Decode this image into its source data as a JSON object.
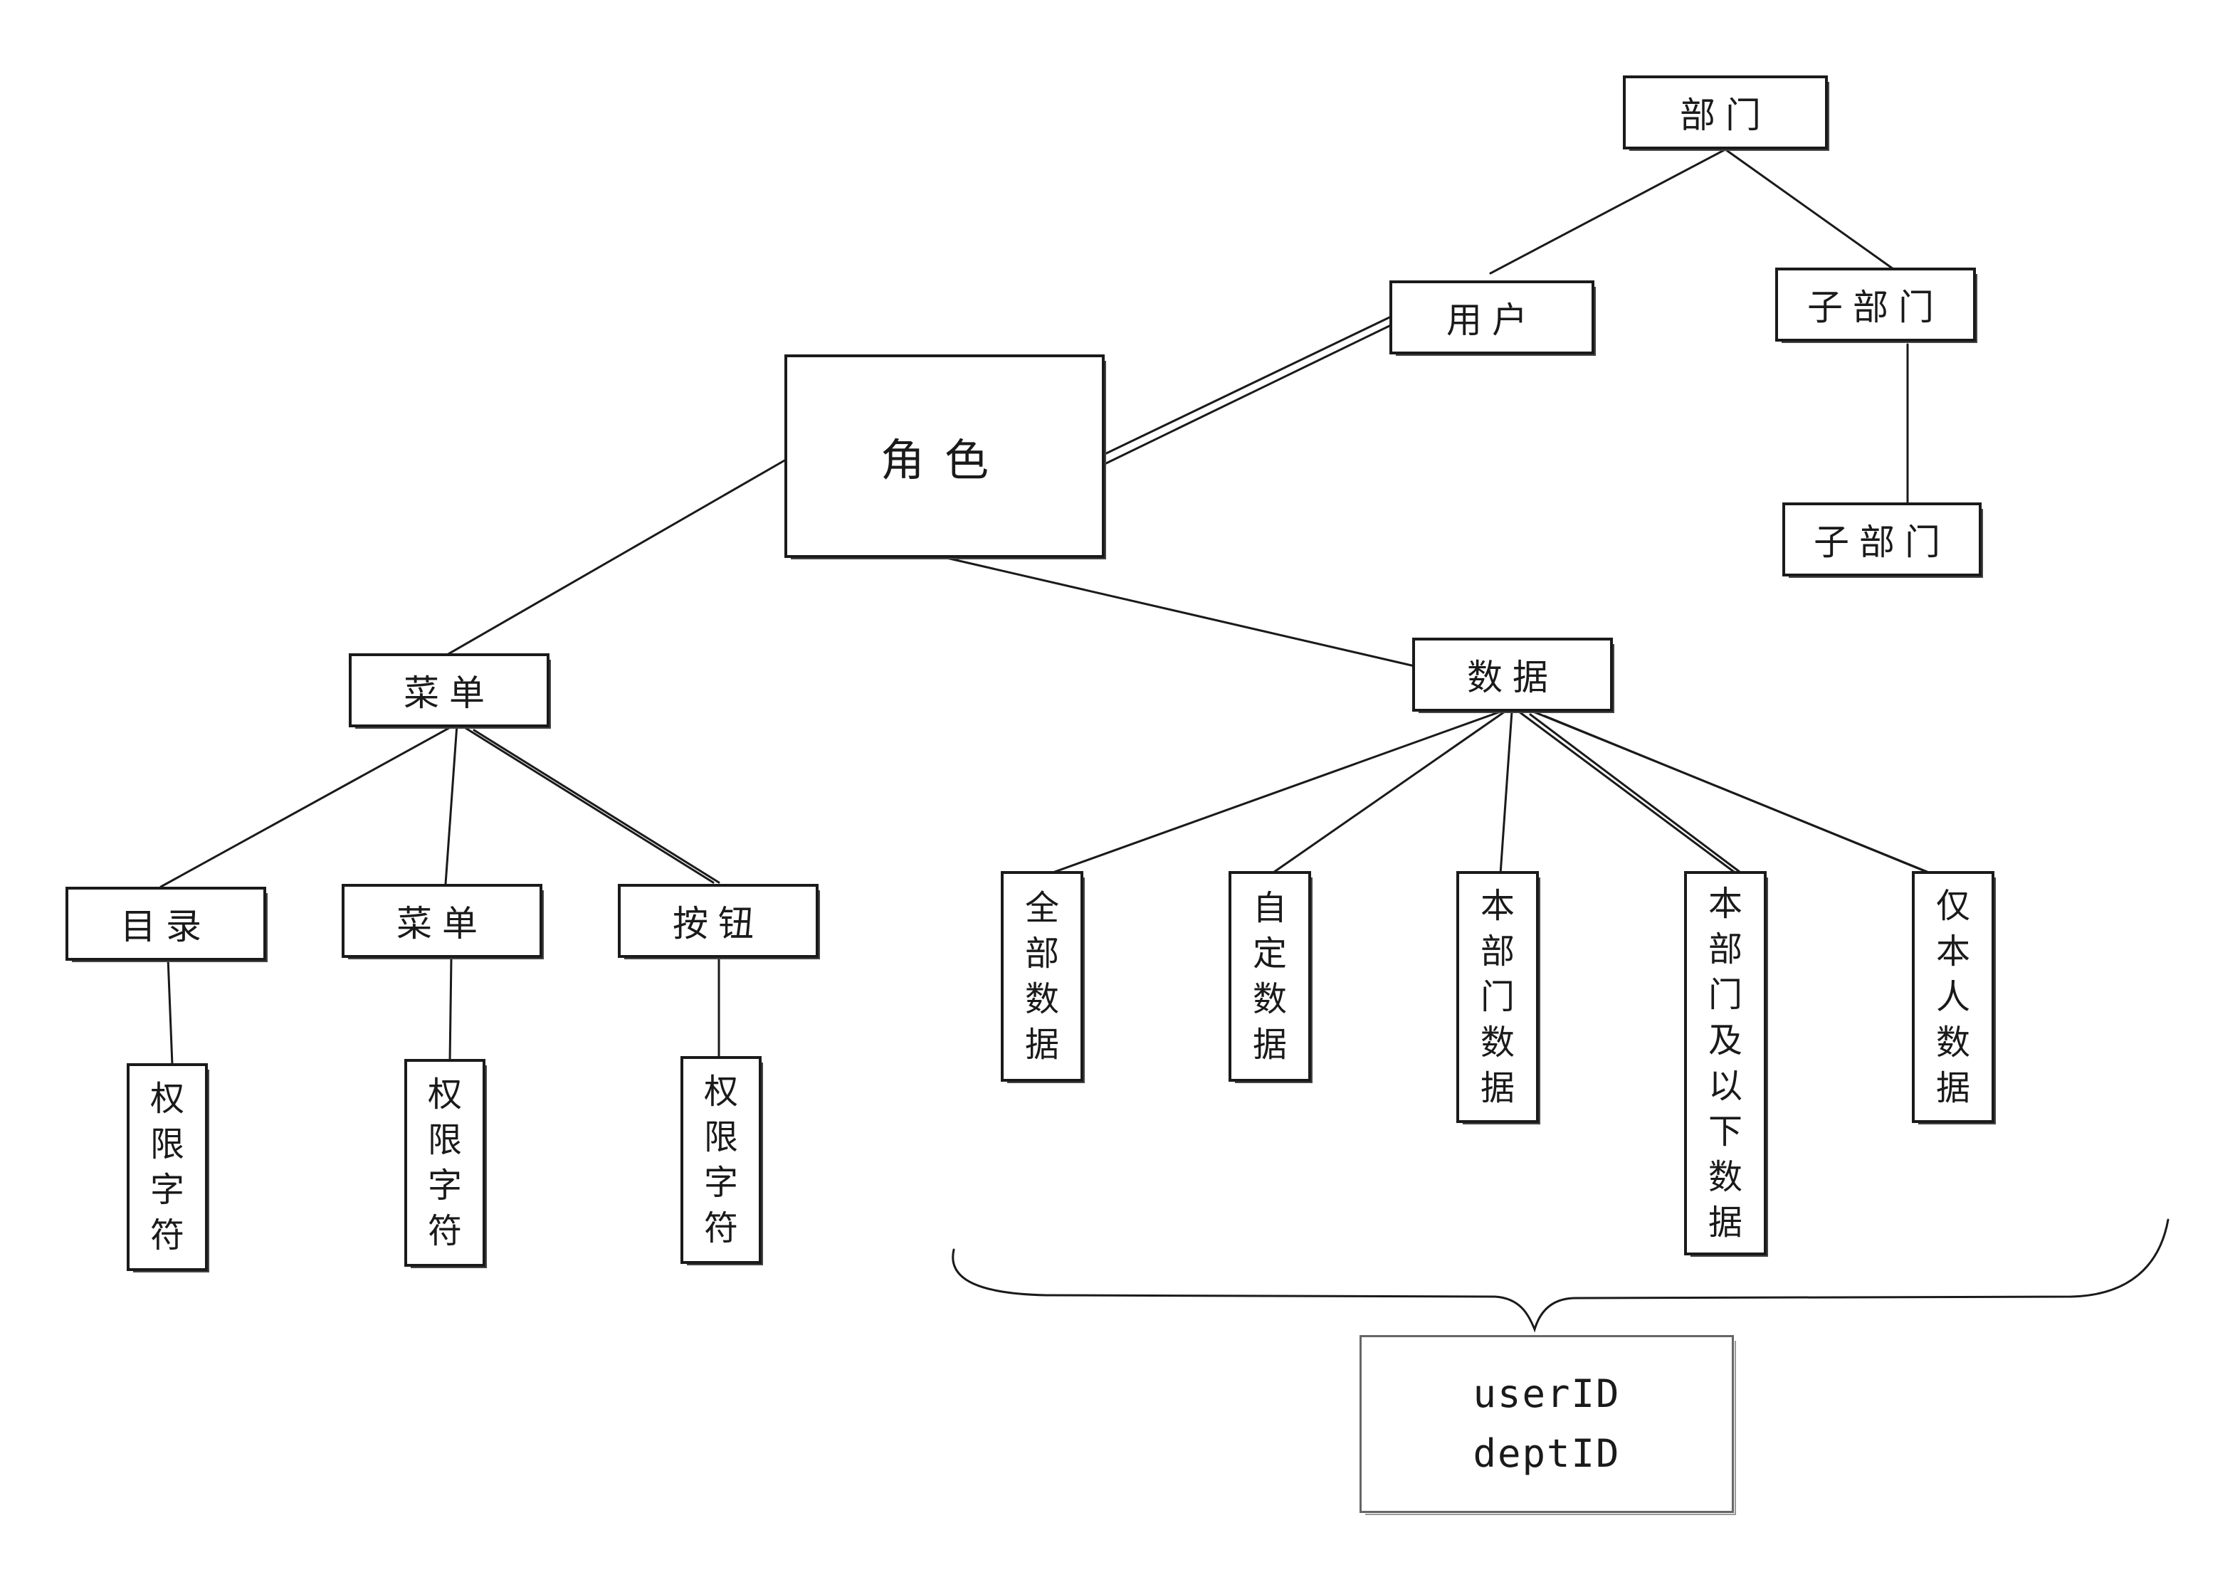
{
  "nodes": {
    "dept": "部门",
    "user": "用户",
    "subdept_1": "子部门",
    "subdept_2": "子部门",
    "role": "角色",
    "menu": "菜单",
    "data": "数据",
    "catalog": "目录",
    "menu_item": "菜单",
    "button": "按钮",
    "perm_1": "权限字符",
    "perm_2": "权限字符",
    "perm_3": "权限字符",
    "all_data": "全部数据",
    "custom_data": "自定数据",
    "dept_data": "本部门数据",
    "dept_below_data": "本部门及以下数据",
    "self_data": "仅本人数据"
  },
  "scope_fields": [
    "userID",
    "deptID"
  ],
  "colors": {
    "stroke": "#1a1a1a",
    "background": "#ffffff"
  }
}
